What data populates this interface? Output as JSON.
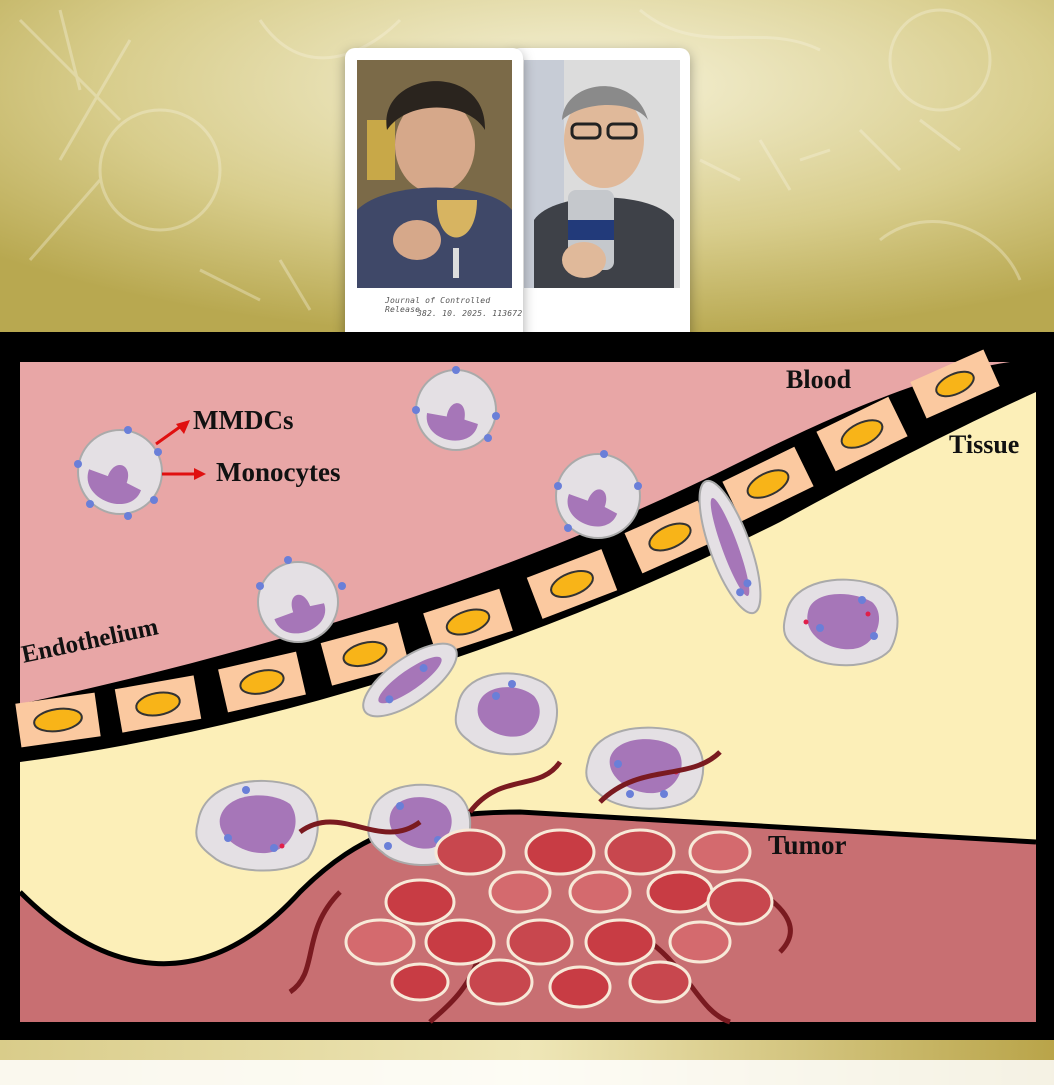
{
  "photo_caption": {
    "line1": "Journal of Controlled Release",
    "line2": "382. 10. 2025. 113672"
  },
  "labels": {
    "blood": "Blood",
    "tissue": "Tissue",
    "mmdcs": "MMDCs",
    "monocytes": "Monocytes",
    "endothelium": "Endothelium",
    "tumor": "Tumor"
  },
  "colors": {
    "blood": "#e8a6a6",
    "tissue": "#fcefb8",
    "tumor_region": "#c86f72",
    "endothelial_cell": "#fbc9a0",
    "nucleus": "#f8b418",
    "cell_body": "#e4e0e4",
    "cell_nucleus": "#a676b8",
    "particle": "#6a7fd8",
    "arrow": "#e01010"
  },
  "icons": {
    "arrow_to_mmdcs": "red-arrow-icon",
    "arrow_to_monocytes": "red-arrow-icon"
  }
}
